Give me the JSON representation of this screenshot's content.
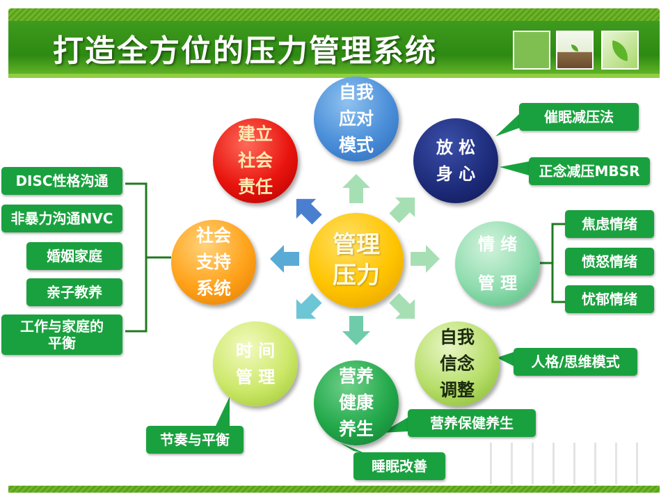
{
  "title": "打造全方位的压力管理系统",
  "center": {
    "label": "管理\n压力"
  },
  "nodes": {
    "self_coping": "自我\n应对\n模式",
    "relax": "放 松\n身 心",
    "emotion": "情 绪\n\n管 理",
    "belief": "自我\n信念\n调整",
    "nutrition": "营养\n健康\n养生",
    "time": "时 间\n管 理",
    "social_support": "社会\n支持\n系统",
    "social_resp": "建立\n社会\n责任"
  },
  "labels": {
    "hypnosis": "催眠减压法",
    "mbsr": "正念减压MBSR",
    "anxiety": "焦虑情绪",
    "anger": "愤怒情绪",
    "depression": "忧郁情绪",
    "personality": "人格/思维模式",
    "nutrition_care": "营养保健养生",
    "sleep": "睡眠改善",
    "rhythm": "节奏与平衡",
    "disc": "DISC性格沟通",
    "nvc": "非暴力沟通NVC",
    "marriage": "婚姻家庭",
    "parenting": "亲子教养",
    "work_family": "工作与家庭的\n平衡"
  },
  "colors": {
    "box_green": "#1aa13f",
    "title_green": "#2d8a12",
    "center_yellow": "#ffc400"
  }
}
